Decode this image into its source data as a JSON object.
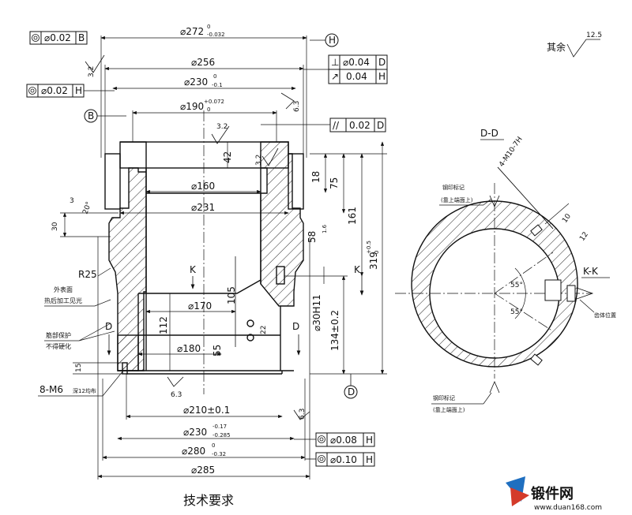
{
  "drawing": {
    "dims": {
      "d272": "⌀272",
      "d272_tol_up": "0",
      "d272_tol_lo": "-0.032",
      "d256": "⌀256",
      "d230top": "⌀230",
      "d230top_tol_up": "0",
      "d230top_tol_lo": "-0.1",
      "d190": "⌀190",
      "d190_tol_up": "+0.072",
      "d190_tol_lo": "0",
      "d160": "⌀160",
      "d231": "⌀231",
      "d170": "⌀170",
      "d180": "⌀180",
      "d210": "⌀210±0.1",
      "d230bot": "⌀230",
      "d230bot_tol_up": "-0.17",
      "d230bot_tol_lo": "-0.285",
      "d280": "⌀280",
      "d280_tol_up": "0",
      "d280_tol_lo": "-0.32",
      "d285": "⌀285",
      "v42": "42",
      "v18": "18",
      "v75": "75",
      "v161": "161",
      "v58": "58",
      "v319": "319",
      "v319_tol_up": "+0.5",
      "v319_tol_lo": "0",
      "v105": "105",
      "v112": "112",
      "v55": "55",
      "v22": "22",
      "v30h11": "⌀30H11",
      "v134": "134±0.2",
      "v3": "3",
      "v20": "20°",
      "v30": "30",
      "v15": "15",
      "r25": "R25",
      "v1_6": "1.6",
      "thread": "8-M6",
      "thread_note": "深12均布",
      "rough32": "3.2",
      "rough63": "6.3",
      "rough125": "12.5"
    },
    "tolerance_frames": {
      "f1_val": "⌀0.02",
      "f1_ref": "B",
      "f2_val": "⌀0.02",
      "f2_ref": "H",
      "f3_sym": "⊥",
      "f3_val": "⌀0.04",
      "f3_ref": "D",
      "f4_sym": "↗",
      "f4_val": "0.04",
      "f4_ref": "H",
      "f5_sym": "//",
      "f5_val": "0.02",
      "f5_ref": "D",
      "f6_val": "⌀0.08",
      "f6_ref": "H",
      "f7_val": "⌀0.10",
      "f7_ref": "H"
    },
    "datums": {
      "h": "H",
      "b": "B",
      "d": "D"
    },
    "section_marks": {
      "k": "K",
      "d": "D"
    },
    "notes": {
      "other": "其余",
      "outer_surface_1": "外表面",
      "outer_surface_2": "热后加工见光",
      "protect_1": "筋部保护",
      "protect_2": "不得硬化"
    },
    "section_dd": {
      "title": "D-D",
      "holes": "4-M10-7H",
      "v10": "10",
      "v12": "12",
      "angle1": "55°",
      "angle2": "55°",
      "kk": "K-K",
      "stamp_1": "钢印标记",
      "stamp_1b": "(靠上端面上)",
      "stamp_2": "钢印标记",
      "stamp_2b": "(靠上端面上)",
      "nest": "齿体位置"
    },
    "footer": {
      "tech": "技术要求"
    },
    "logo": {
      "name": "锻件网",
      "url": "www.duan168.com"
    }
  }
}
